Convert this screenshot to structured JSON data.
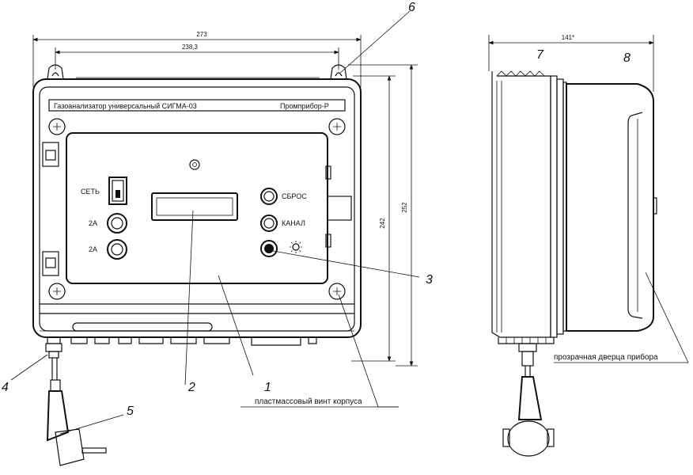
{
  "dimensions": {
    "width_total": "273",
    "width_mount": "238,3",
    "height_body": "242",
    "height_total": "252",
    "depth": "141*"
  },
  "front": {
    "header_left": "Газоанализатор универсальный СИГМА-03",
    "header_right": "Промприбор-Р",
    "power_label": "СЕТЬ",
    "fuse1_label": "2А",
    "fuse2_label": "2А",
    "reset_label": "СБРОС",
    "channel_label": "КАНАЛ"
  },
  "callouts": {
    "c1": "1",
    "c2": "2",
    "c3": "3",
    "c4": "4",
    "c5": "5",
    "c6": "6",
    "c7": "7",
    "c8": "8"
  },
  "notes": {
    "plastic_screw": "пластмассовый винт корпуса",
    "transparent_door": "прозрачная дверца прибора"
  }
}
